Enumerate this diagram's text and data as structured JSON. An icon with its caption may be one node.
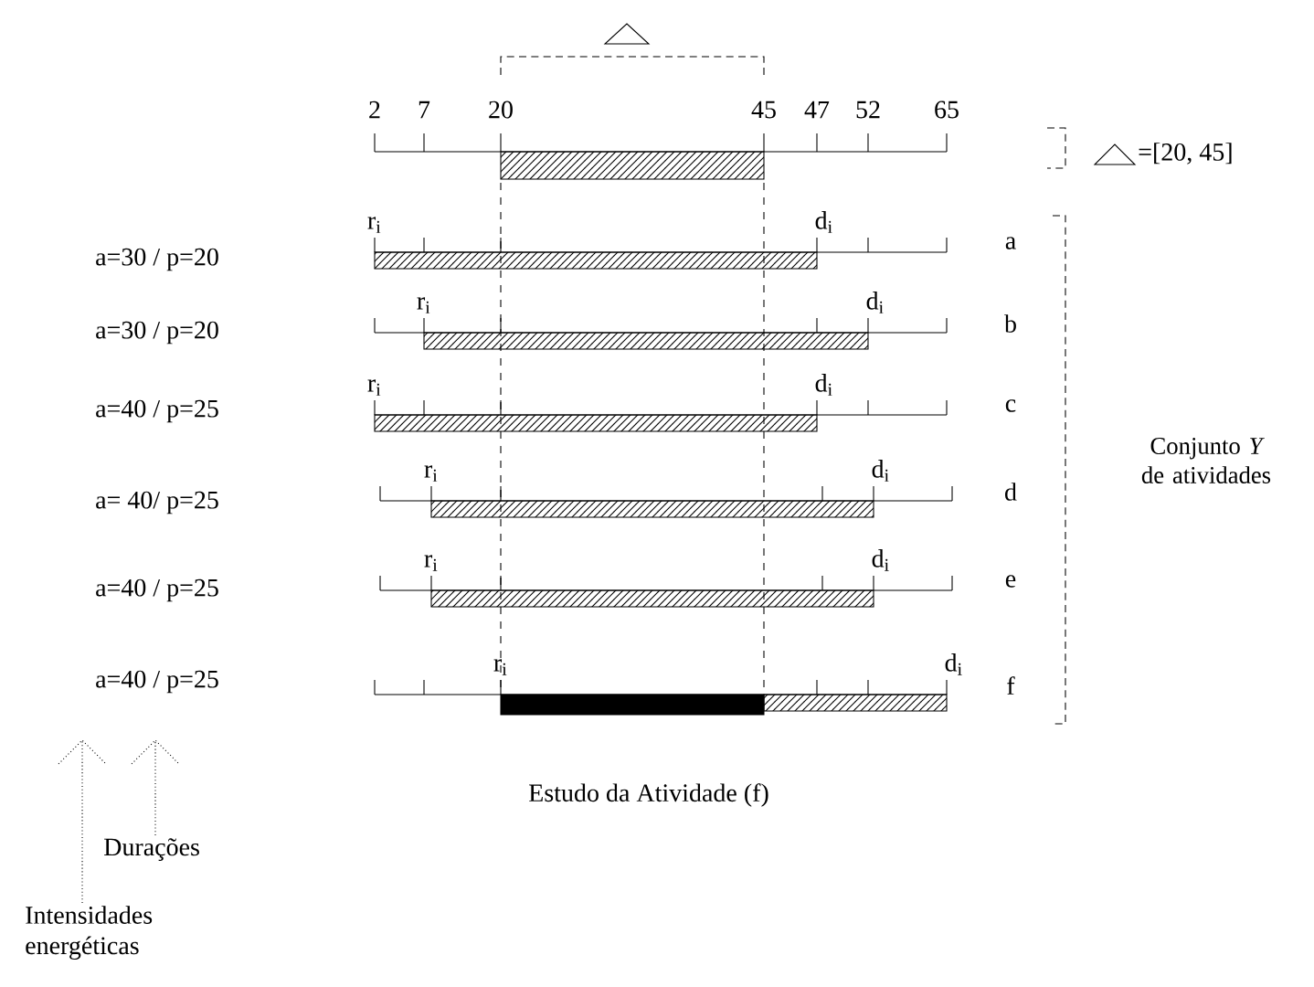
{
  "diagram": {
    "nodes": [
      {
        "text": [
          "Durações"
        ]
      },
      {
        "text": [
          "Intensidades energéticas"
        ]
      }
    ],
    "edges": [
      {
        "from": 0,
        "to": null,
        "arrow": "to",
        "style": "dashed"
      },
      {
        "from": 1,
        "to": null,
        "arrow": "to",
        "style": "dashed"
      }
    ],
    "labels": [
      "2",
      "7",
      "20",
      "45",
      "47",
      "52",
      "65",
      "=[20, 45]",
      "a=30 / p=20",
      "r$_{i}$",
      "d$_{i}$",
      "a",
      "a=30 / p=20",
      "r$_{i}$",
      "d$_{i}$",
      "b",
      "a=40 / p=25",
      "r$_{i}$",
      "d$_{i}$",
      "c",
      "a= 40/ p=25",
      "r$_{i}$",
      "d$_{i}$",
      "d",
      "a=40 / p=25",
      "r$_{i}$",
      "d$_{i}$",
      "e",
      "a=40 / p=25",
      "r$_{i}$",
      "d$_{i}$",
      "f",
      "Conjunto *Y* de atividades",
      "Estudo da Atividade (f)"
    ]
  }
}
